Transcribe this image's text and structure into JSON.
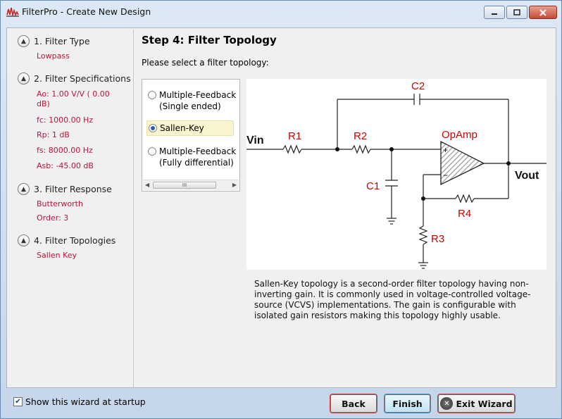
{
  "window": {
    "title": "FilterPro - Create New Design",
    "minimize_icon": "minimize-icon",
    "maximize_icon": "maximize-icon",
    "close_icon": "close-icon"
  },
  "summary": {
    "steps": [
      {
        "label": "1. Filter Type",
        "values": [
          "Lowpass"
        ]
      },
      {
        "label": "2. Filter Specifications",
        "values": [
          "Ao:  1.00  V/V  ( 0.00",
          "dB)",
          "fc:  1000.00  Hz",
          "Rp:  1  dB",
          "fs:  8000.00  Hz",
          "Asb:  -45.00  dB"
        ]
      },
      {
        "label": "3. Filter Response",
        "values": [
          "Butterworth",
          "Order:  3"
        ]
      },
      {
        "label": "4. Filter Topologies",
        "values": [
          "Sallen Key"
        ]
      }
    ]
  },
  "main": {
    "title": "Step 4: Filter Topology",
    "prompt": "Please select a filter topology:",
    "topologies": [
      {
        "line1": "Multiple-Feedback",
        "line2": "(Single ended)",
        "selected": false
      },
      {
        "line1": "Sallen-Key",
        "line2": "",
        "selected": true
      },
      {
        "line1": "Multiple-Feedback",
        "line2": "(Fully differential)",
        "selected": false
      }
    ],
    "scroll_thumb": "III",
    "schematic": {
      "vin": "Vin",
      "vout": "Vout",
      "r1": "R1",
      "r2": "R2",
      "r3": "R3",
      "r4": "R4",
      "c1": "C1",
      "c2": "C2",
      "opamp": "OpAmp",
      "plus": "+",
      "minus": "−",
      "label_color": "#cc0000"
    },
    "description": "Sallen-Key topology is a second-order filter topology having non-inverting gain. It is commonly used in voltage-controlled voltage-source (VCVS) implementations. The gain is configurable with isolated gain resistors making this topology highly usable."
  },
  "footer": {
    "show_wizard_label": "Show this wizard at startup",
    "show_wizard_checked": true,
    "back_label": "Back",
    "finish_label": "Finish",
    "exit_label": "Exit Wizard"
  }
}
